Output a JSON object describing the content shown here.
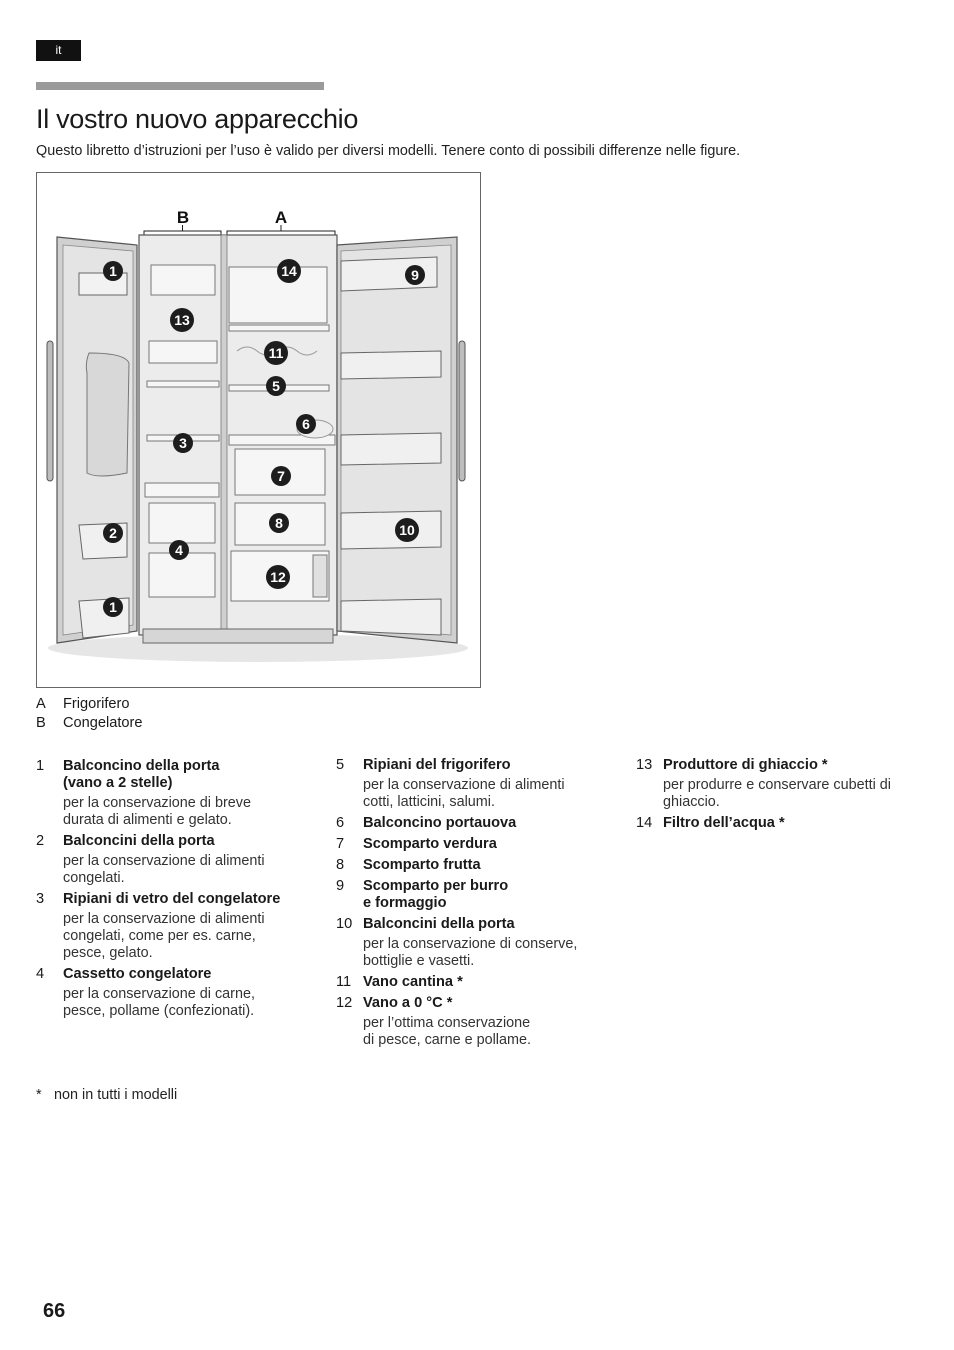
{
  "lang": "it",
  "title": "Il vostro nuovo apparecchio",
  "intro": "Questo libretto d’istruzioni per l’uso è valido per diversi modelli. Tenere conto di possibili differenze nelle figure.",
  "figure": {
    "label_b": "B",
    "label_a": "A",
    "callouts": [
      "1",
      "13",
      "3",
      "2",
      "4",
      "1",
      "14",
      "11",
      "5",
      "6",
      "7",
      "8",
      "12",
      "9",
      "10"
    ]
  },
  "legend": [
    {
      "key": "A",
      "text": "Frigorifero"
    },
    {
      "key": "B",
      "text": "Congelatore"
    }
  ],
  "items": [
    {
      "num": "1",
      "title": "Balconcino della porta\n(vano a 2 stelle)",
      "desc": "per la conservazione di breve\ndurata di alimenti e gelato."
    },
    {
      "num": "2",
      "title": "Balconcini della porta",
      "desc": "per la conservazione di alimenti\ncongelati."
    },
    {
      "num": "3",
      "title": "Ripiani di vetro del congelatore",
      "desc": "per la conservazione di alimenti\ncongelati, come per es. carne,\npesce, gelato."
    },
    {
      "num": "4",
      "title": "Cassetto congelatore",
      "desc": "per la conservazione di carne,\npesce, pollame (confezionati)."
    },
    {
      "num": "5",
      "title": "Ripiani del frigorifero",
      "desc": "per la conservazione di alimenti\ncotti, latticini, salumi."
    },
    {
      "num": "6",
      "title": "Balconcino portauova",
      "desc": ""
    },
    {
      "num": "7",
      "title": "Scomparto verdura",
      "desc": ""
    },
    {
      "num": "8",
      "title": "Scomparto frutta",
      "desc": ""
    },
    {
      "num": "9",
      "title": "Scomparto per burro\ne formaggio",
      "desc": ""
    },
    {
      "num": "10",
      "title": "Balconcini della porta",
      "desc": "per la conservazione di conserve,\nbottiglie e vasetti."
    },
    {
      "num": "11",
      "title": "Vano cantina *",
      "desc": ""
    },
    {
      "num": "12",
      "title": "Vano a 0 °C *",
      "desc": "per l’ottima conservazione\ndi pesce, carne e pollame."
    },
    {
      "num": "13",
      "title": "Produttore di ghiaccio *",
      "desc": "per produrre e conservare cubetti di\nghiaccio."
    },
    {
      "num": "14",
      "title": "Filtro dell’acqua *",
      "desc": ""
    }
  ],
  "footnote": {
    "star": "*",
    "text": "non in tutti i modelli"
  },
  "page_number": "66"
}
